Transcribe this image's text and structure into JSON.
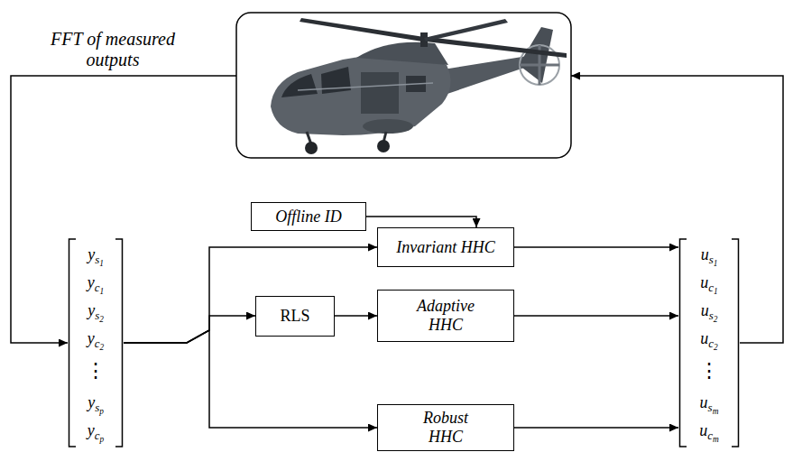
{
  "diagram": {
    "nodes": [
      {
        "text": [
          "Offline ID"
        ]
      },
      {
        "text": [
          "ys1",
          "yc1",
          "ys2",
          "yc2",
          "⋮",
          "ysp",
          "ycp"
        ]
      },
      {
        "text": [
          "Invariant HHC"
        ]
      },
      {
        "text": [
          "RLS"
        ]
      },
      {
        "text": [
          "Adaptive HHC"
        ]
      },
      {
        "text": [
          "Robust HHC"
        ]
      },
      {
        "text": [
          "us1",
          "uc1",
          "us2",
          "uc2",
          "⋮",
          "usm",
          "ucm"
        ]
      }
    ],
    "edges": [
      {
        "from": 0,
        "to": 2,
        "arrow": "to"
      },
      {
        "from": 1,
        "to": 2,
        "arrow": "to"
      },
      {
        "from": 1,
        "to": 3,
        "arrow": "to"
      },
      {
        "from": 1,
        "to": 5,
        "arrow": "to"
      },
      {
        "from": 3,
        "to": 4,
        "arrow": "to"
      },
      {
        "from": 2,
        "to": 6,
        "arrow": "to"
      },
      {
        "from": 4,
        "to": 6,
        "arrow": "to"
      },
      {
        "from": 5,
        "to": 6,
        "arrow": "to"
      }
    ],
    "labels": [
      "FFT of measured outputs"
    ]
  }
}
